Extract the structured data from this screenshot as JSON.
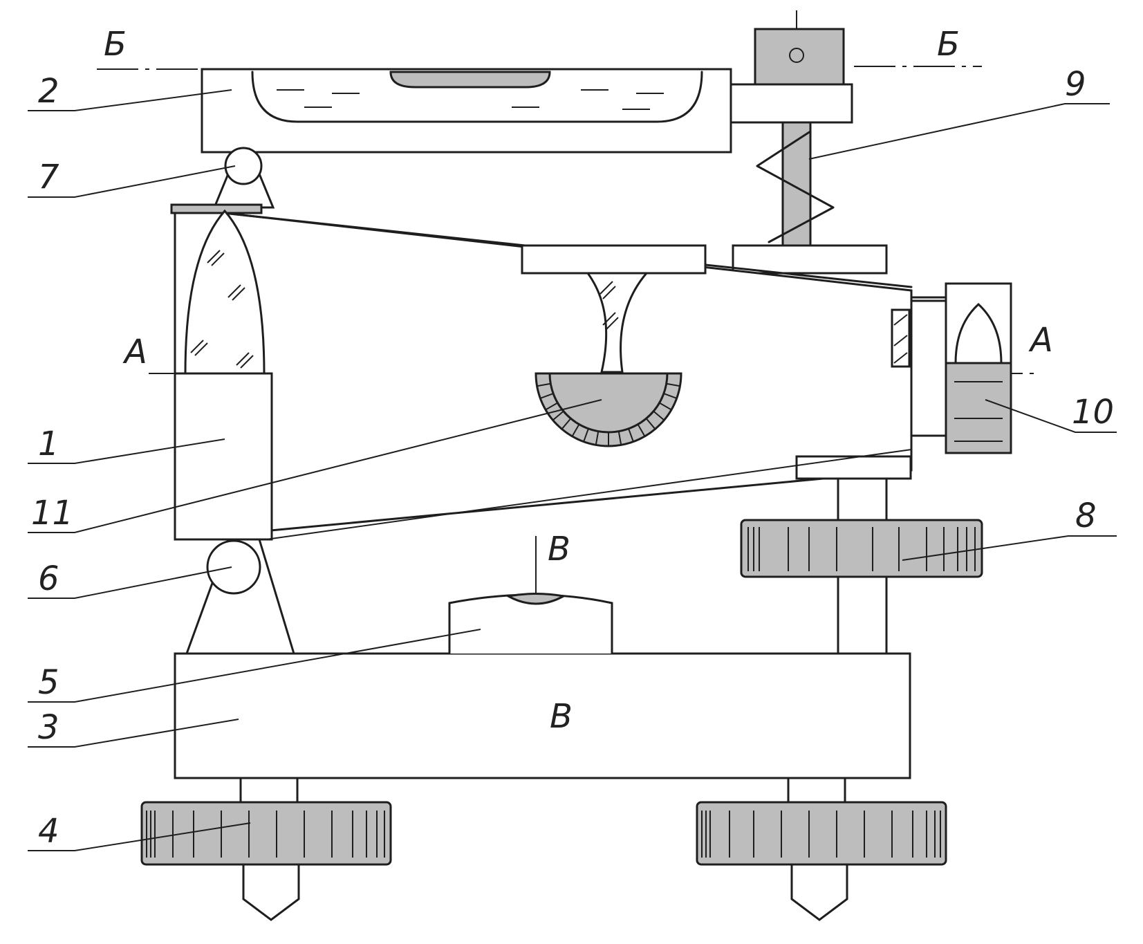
{
  "labels": {
    "l1": "1",
    "l2": "2",
    "l3": "3",
    "l4": "4",
    "l5": "5",
    "l6": "6",
    "l7": "7",
    "l8": "8",
    "l9": "9",
    "l10": "10",
    "l11": "11"
  },
  "sections": {
    "axis_a_left": "А",
    "axis_a_right": "А",
    "axis_b_left": "Б",
    "axis_b_right": "Б",
    "axis_v_top": "В",
    "axis_v_bottom": "В"
  },
  "colors": {
    "ink": "#1e1e1e",
    "shade": "#bdbdbd",
    "paper": "#ffffff"
  }
}
